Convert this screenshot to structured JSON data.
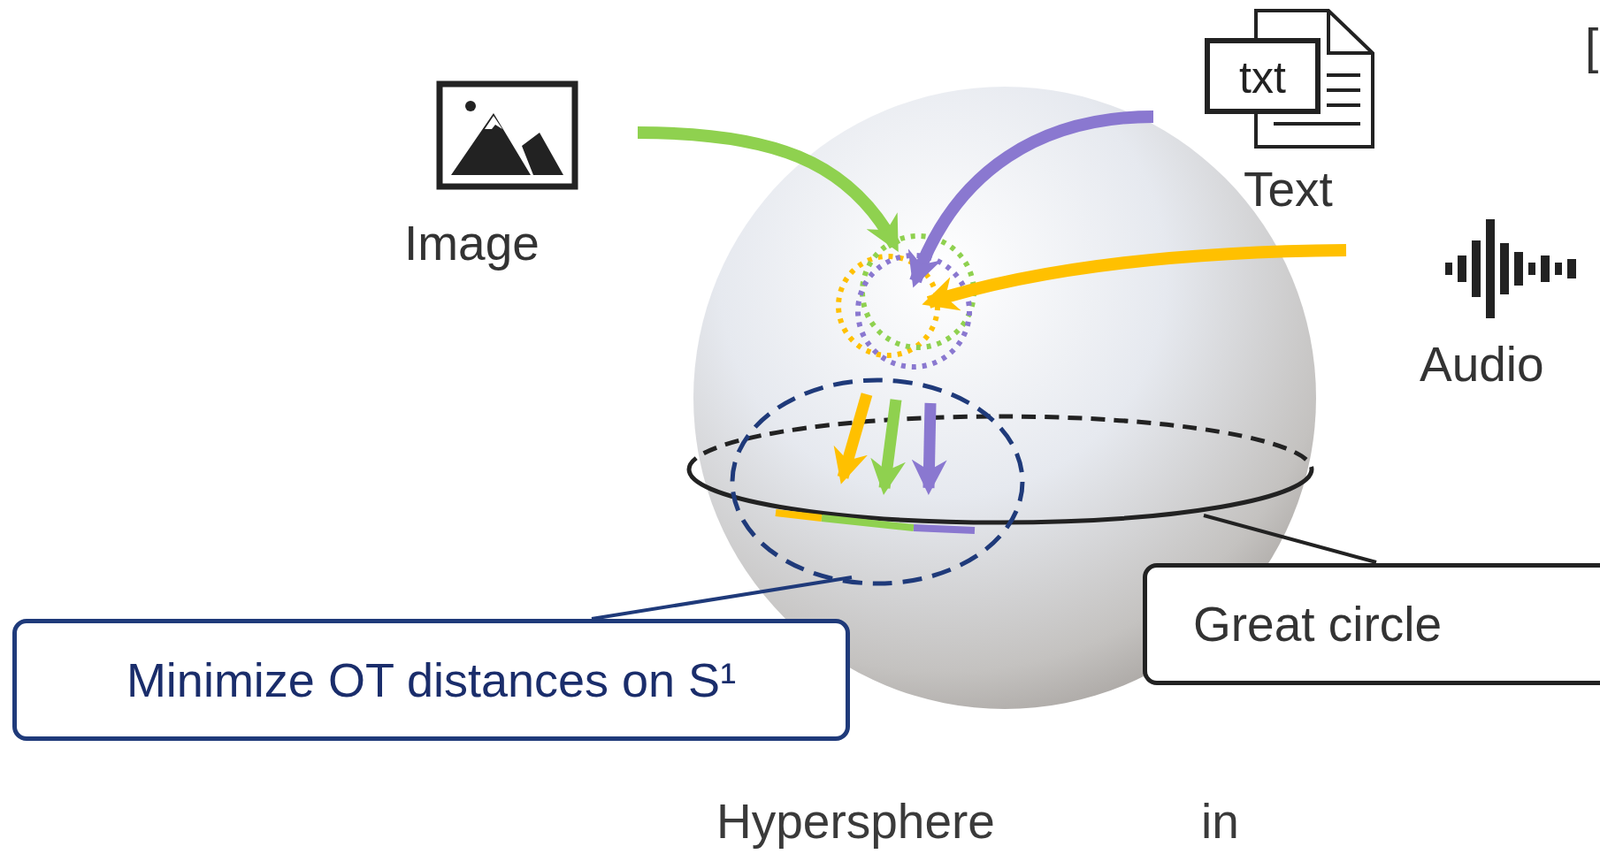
{
  "diagram": {
    "nodes": [
      {
        "text": [
          "Minimize OT distances on S¹"
        ]
      },
      {
        "text": [
          "Great circle"
        ]
      }
    ],
    "labels": [
      "Image",
      "txt",
      "Text",
      "Audio",
      "[",
      "Hypersphere",
      "in"
    ]
  }
}
